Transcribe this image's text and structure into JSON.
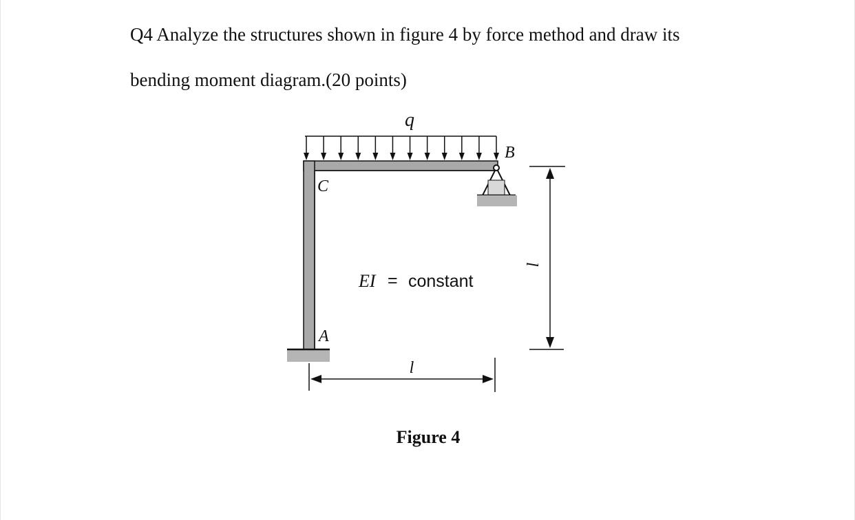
{
  "question": {
    "line1": "Q4 Analyze the structures shown in figure 4 by force method and draw its",
    "line2": "bending moment diagram.(20 points)"
  },
  "figure": {
    "load_label": "q",
    "label_B": "B",
    "label_C": "C",
    "label_A": "A",
    "stiffness_label": "EI",
    "stiffness_eq": "=",
    "stiffness_value": "constant",
    "vertical_dim_label": "l",
    "horizontal_dim_label": "l",
    "caption": "Figure 4"
  },
  "colors": {
    "member_gray": "#a9a9a9",
    "support_gray": "#b5b5b5",
    "ink": "#111111"
  }
}
